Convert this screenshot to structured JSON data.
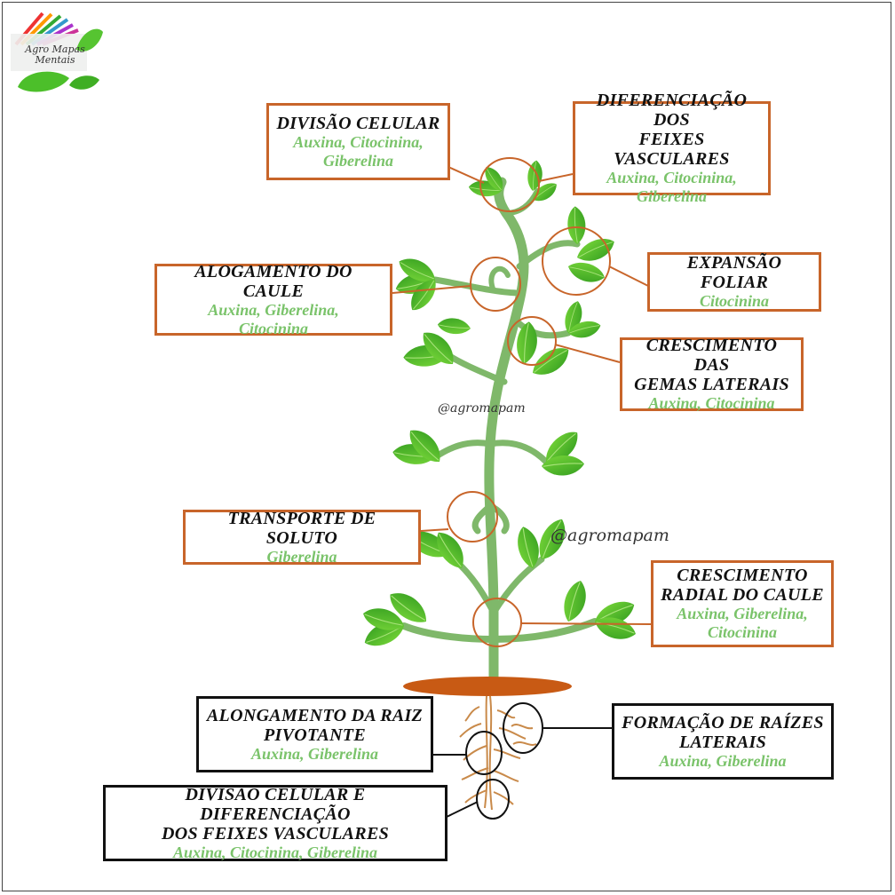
{
  "logo": {
    "line1": "Agro Mapas",
    "line2": "Mentais"
  },
  "watermarks": [
    "@agromapam",
    "@agromapam"
  ],
  "colors": {
    "accent_orange": "#c8652a",
    "hormone_green": "#7ac36a",
    "leaf_green": "#4cae2c",
    "stem_green": "#7fb86a",
    "soil": "#c85a14",
    "root": "#c98a4a"
  },
  "labels": [
    {
      "id": "divisao-celular",
      "title": [
        "DIVISÃO CELULAR"
      ],
      "hormones": [
        "Auxina, Citocinina,",
        "Giberelina"
      ],
      "region": "shoot"
    },
    {
      "id": "diferenciacao-feixes",
      "title": [
        "DIFERENCIAÇÃO DOS",
        "FEIXES VASCULARES"
      ],
      "hormones": [
        "Auxina, Citocinina,",
        "Giberelina"
      ],
      "region": "shoot"
    },
    {
      "id": "alogamento-caule",
      "title": [
        "ALOGAMENTO DO CAULE"
      ],
      "hormones": [
        "Auxina, Giberelina,",
        "Citocinina"
      ],
      "region": "shoot"
    },
    {
      "id": "expansao-foliar",
      "title": [
        "EXPANSÃO FOLIAR"
      ],
      "hormones": [
        "Citocinina"
      ],
      "region": "shoot"
    },
    {
      "id": "crescimento-gemas",
      "title": [
        "CRESCIMENTO DAS",
        "GEMAS LATERAIS"
      ],
      "hormones": [
        "Auxina, Citocinina"
      ],
      "region": "shoot"
    },
    {
      "id": "transporte-soluto",
      "title": [
        "TRANSPORTE DE SOLUTO"
      ],
      "hormones": [
        "Giberelina"
      ],
      "region": "shoot"
    },
    {
      "id": "crescimento-radial",
      "title": [
        "CRESCIMENTO",
        "RADIAL DO CAULE"
      ],
      "hormones": [
        "Auxina, Giberelina,",
        "Citocinina"
      ],
      "region": "shoot"
    },
    {
      "id": "alongamento-raiz",
      "title": [
        "ALONGAMENTO DA RAIZ",
        "PIVOTANTE"
      ],
      "hormones": [
        "Auxina, Giberelina"
      ],
      "region": "root"
    },
    {
      "id": "formacao-raizes",
      "title": [
        "FORMAÇÃO DE RAÍZES",
        "LATERAIS"
      ],
      "hormones": [
        "Auxina, Giberelina"
      ],
      "region": "root"
    },
    {
      "id": "divisao-diferenciacao-raiz",
      "title": [
        "DIVISÃO CELULAR E DIFERENCIAÇÃO",
        "DOS FEIXES VASCULARES"
      ],
      "hormones": [
        "Auxina, Citocinina, Giberelina"
      ],
      "region": "root"
    }
  ]
}
